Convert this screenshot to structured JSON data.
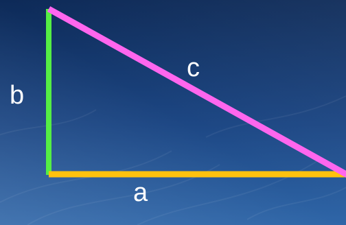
{
  "labels": {
    "a": "a",
    "b": "b",
    "c": "c"
  },
  "colors": {
    "background_dark": "#0f2d5e",
    "background_light": "#2d62a3",
    "side_a": "#ffc20e",
    "side_b": "#55ee44",
    "side_c": "#ff66ee",
    "label": "#ffffff"
  }
}
